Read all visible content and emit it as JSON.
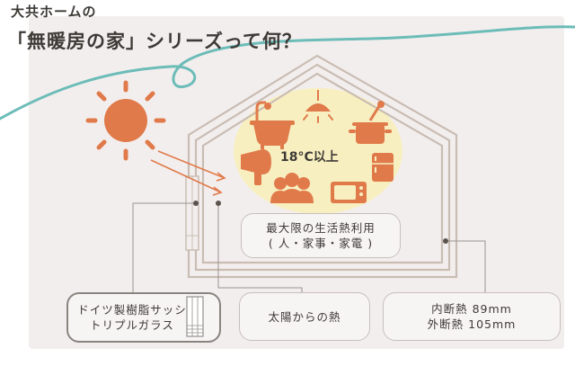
{
  "header": {
    "subtitle": "大共ホームの",
    "title": "「無暖房の家」シリーズって何？"
  },
  "house": {
    "temperature_label": "18°C以上",
    "heat_use": {
      "line1": "最大限の生活熱利用",
      "line2": "( 人・家事・家電 )"
    }
  },
  "legend": {
    "sash": {
      "line1": "ドイツ製樹脂サッシ",
      "line2": "トリプルガラス"
    },
    "solar": {
      "label": "太陽からの熱"
    },
    "insulation": {
      "line1": "内断熱 89mm",
      "line2": "外断熱 105mm"
    }
  },
  "icons": [
    "sun-icon",
    "bathtub-icon",
    "ceiling-light-icon",
    "cooking-pot-icon",
    "hair-dryer-icon",
    "refrigerator-icon",
    "people-icon",
    "microwave-icon",
    "window-icon"
  ],
  "colors": {
    "accent_orange": "#e07a4a",
    "heat_glow": "#f8efc0",
    "wave_teal": "#6cbcb8",
    "wall_line": "#c9bdb3",
    "panel_bg": "#f3eeee"
  }
}
